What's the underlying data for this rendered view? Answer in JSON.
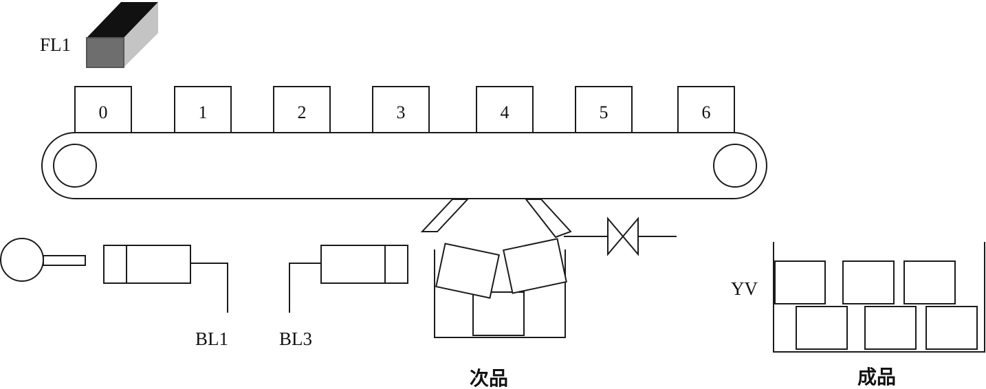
{
  "labels": {
    "fl1": "FL1",
    "bl1": "BL1",
    "bl3": "BL3",
    "yv": "YV",
    "defective": "次品",
    "finished": "成品"
  },
  "conveyor": {
    "positions": [
      "0",
      "1",
      "2",
      "3",
      "4",
      "5",
      "6"
    ]
  },
  "colors": {
    "line": "#1a1a1a",
    "sensor_top": "#111111",
    "sensor_front": "#6e6e6e",
    "sensor_side": "#c4c4c4"
  }
}
